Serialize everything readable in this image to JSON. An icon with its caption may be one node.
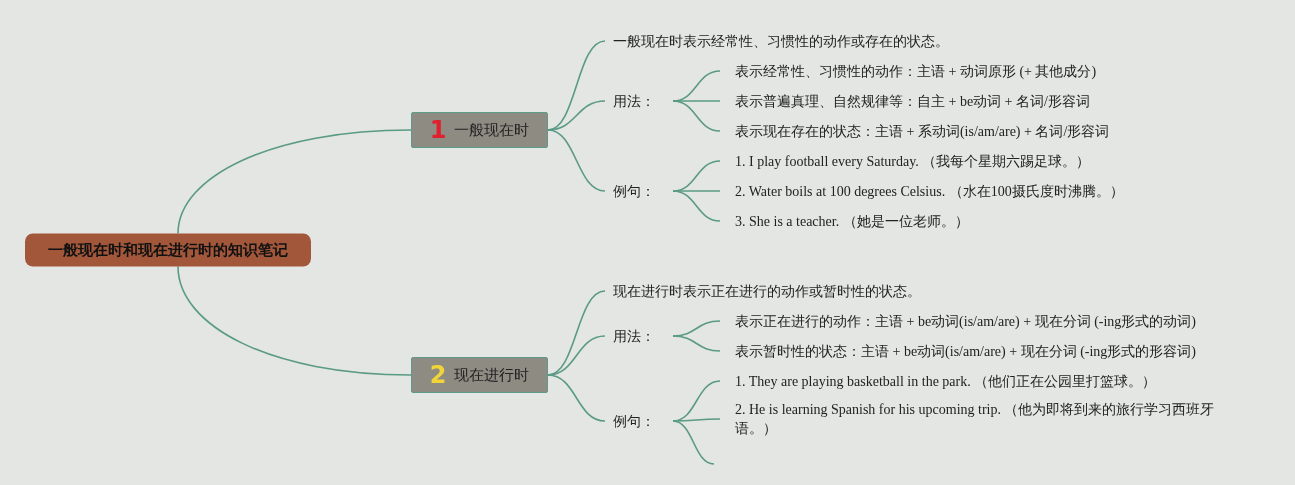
{
  "diagram": {
    "nodes": [
      {
        "text": [
          "一般现在时和现在进行时的知识笔记"
        ]
      },
      {
        "text": [
          "1",
          "一般现在时"
        ]
      },
      {
        "text": [
          "一般现在时表示经常性、习惯性的动作或存在的状态。"
        ]
      },
      {
        "text": [
          "用法："
        ]
      },
      {
        "text": [
          "表示经常性、习惯性的动作：主语 + 动词原形 (+ 其他成分)"
        ]
      },
      {
        "text": [
          "表示普遍真理、自然规律等：自主 + be动词 + 名词/形容词"
        ]
      },
      {
        "text": [
          "表示现在存在的状态：主语 + 系动词(is/am/are) + 名词/形容词"
        ]
      },
      {
        "text": [
          "例句："
        ]
      },
      {
        "text": [
          "1. I play football every Saturday. （我每个星期六踢足球。）"
        ]
      },
      {
        "text": [
          "2. Water boils at 100 degrees Celsius. （水在100摄氏度时沸腾。）"
        ]
      },
      {
        "text": [
          "3. She is a teacher. （她是一位老师。）"
        ]
      },
      {
        "text": [
          "2",
          "现在进行时"
        ]
      },
      {
        "text": [
          "现在进行时表示正在进行的动作或暂时性的状态。"
        ]
      },
      {
        "text": [
          "用法："
        ]
      },
      {
        "text": [
          "表示正在进行的动作：主语 + be动词(is/am/are) + 现在分词 (-ing形式的动词)"
        ]
      },
      {
        "text": [
          "表示暂时性的状态：主语 + be动词(is/am/are) + 现在分词 (-ing形式的形容词)"
        ]
      },
      {
        "text": [
          "例句："
        ]
      },
      {
        "text": [
          "1. They are playing basketball in the park. （他们正在公园里打篮球。）"
        ]
      },
      {
        "text": [
          "2. He is learning Spanish for his upcoming trip. （他为即将到来的旅行学习西班牙语。）"
        ]
      }
    ],
    "edges": [
      {
        "from": 0,
        "to": 1,
        "arrow": "none"
      },
      {
        "from": 0,
        "to": 11,
        "arrow": "none"
      },
      {
        "from": 1,
        "to": 2,
        "arrow": "none"
      },
      {
        "from": 1,
        "to": 3,
        "arrow": "none"
      },
      {
        "from": 1,
        "to": 7,
        "arrow": "none"
      },
      {
        "from": 3,
        "to": 4,
        "arrow": "none"
      },
      {
        "from": 3,
        "to": 5,
        "arrow": "none"
      },
      {
        "from": 3,
        "to": 6,
        "arrow": "none"
      },
      {
        "from": 7,
        "to": 8,
        "arrow": "none"
      },
      {
        "from": 7,
        "to": 9,
        "arrow": "none"
      },
      {
        "from": 7,
        "to": 10,
        "arrow": "none"
      },
      {
        "from": 11,
        "to": 12,
        "arrow": "none"
      },
      {
        "from": 11,
        "to": 13,
        "arrow": "none"
      },
      {
        "from": 11,
        "to": 16,
        "arrow": "none"
      },
      {
        "from": 13,
        "to": 14,
        "arrow": "none"
      },
      {
        "from": 13,
        "to": 15,
        "arrow": "none"
      },
      {
        "from": 16,
        "to": 17,
        "arrow": "none"
      },
      {
        "from": 16,
        "to": 18,
        "arrow": "none"
      },
      {
        "from": 16,
        "to": null,
        "arrow": "none"
      }
    ]
  }
}
